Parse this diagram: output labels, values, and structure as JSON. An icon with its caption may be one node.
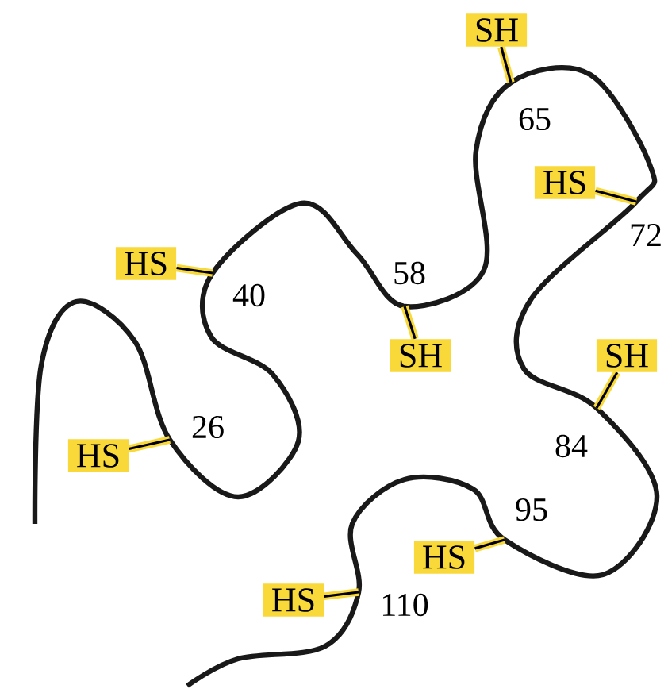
{
  "diagram": {
    "nodes": [
      {
        "text": [
          "SH"
        ]
      },
      {
        "text": [
          "HS"
        ]
      },
      {
        "text": [
          "HS"
        ]
      },
      {
        "text": [
          "SH"
        ]
      },
      {
        "text": [
          "SH"
        ]
      },
      {
        "text": [
          "HS"
        ]
      },
      {
        "text": [
          "HS"
        ]
      },
      {
        "text": [
          "HS"
        ]
      }
    ],
    "edges": [
      {
        "from": 0,
        "to": null,
        "arrow": "none"
      },
      {
        "from": 1,
        "to": null,
        "arrow": "none"
      },
      {
        "from": 2,
        "to": null,
        "arrow": "none"
      },
      {
        "from": 3,
        "to": null,
        "arrow": "none"
      },
      {
        "from": 4,
        "to": null,
        "arrow": "none"
      },
      {
        "from": 5,
        "to": null,
        "arrow": "none"
      },
      {
        "from": 6,
        "to": null,
        "arrow": "none"
      },
      {
        "from": 7,
        "to": null,
        "arrow": "none"
      }
    ],
    "labels": [
      "65",
      "72",
      "40",
      "58",
      "26",
      "84",
      "95",
      "110"
    ]
  }
}
